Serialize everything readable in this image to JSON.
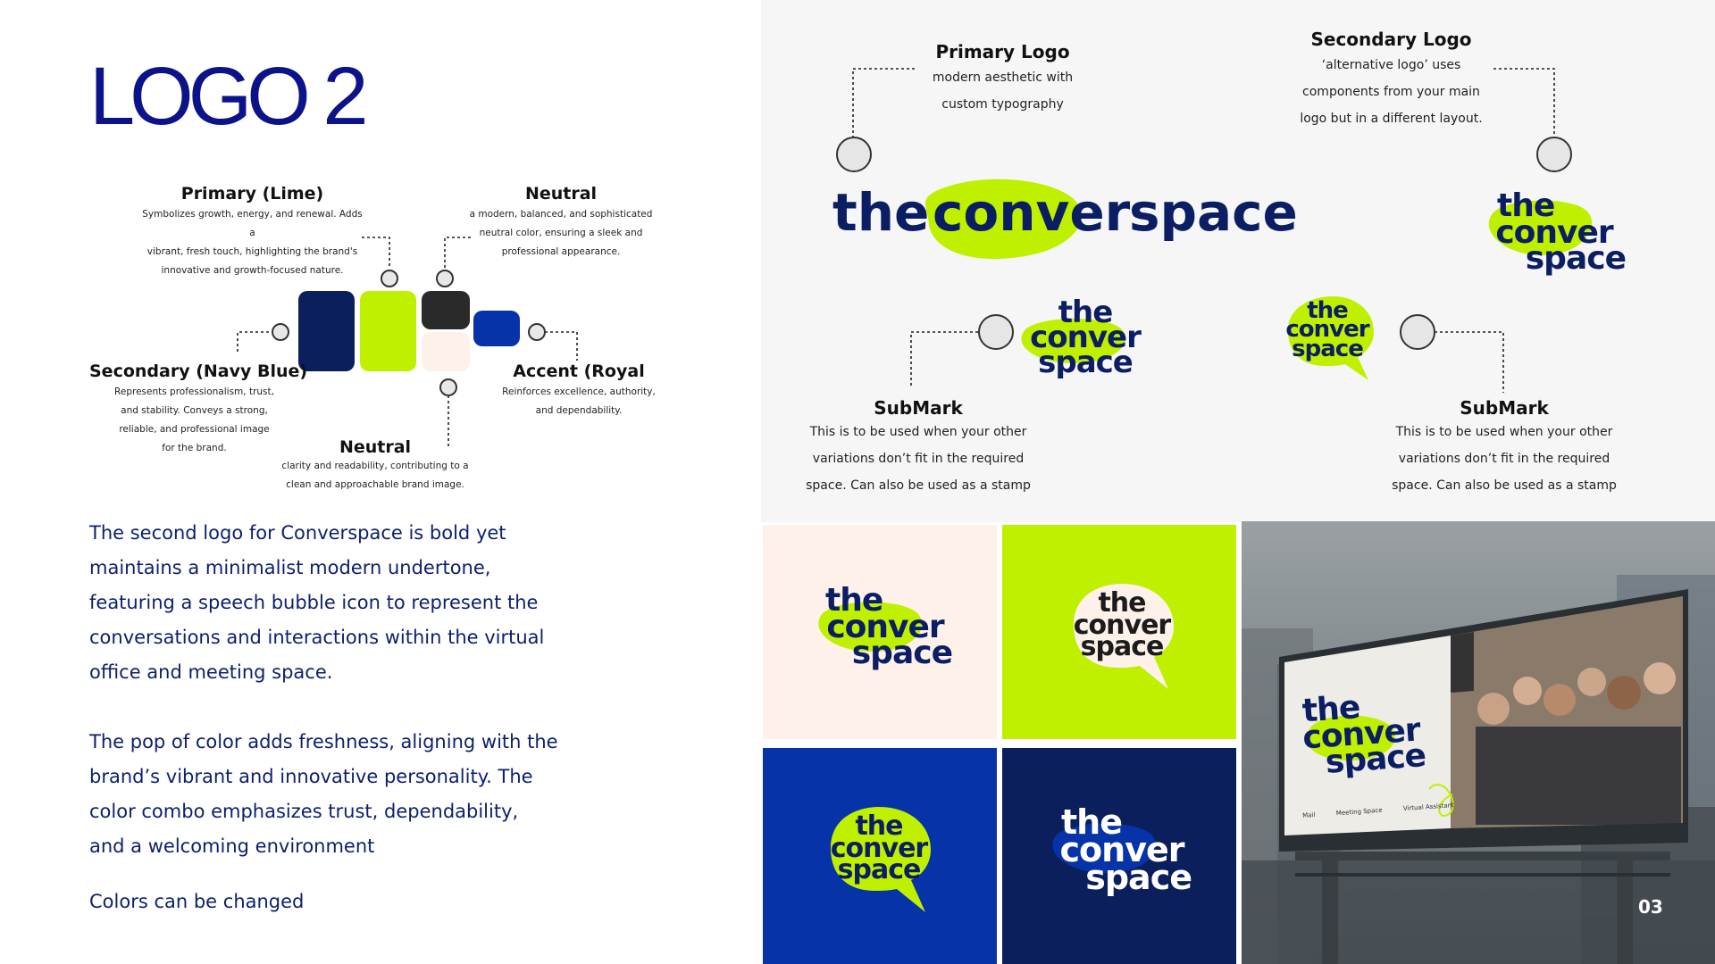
{
  "page": {
    "title": "LOGO 2",
    "page_number": "03"
  },
  "palette": {
    "navy": "#0a1f5c",
    "lime": "#bff000",
    "charcoal": "#2a2a2a",
    "cream": "#fdf1ea",
    "royal": "#0733a8"
  },
  "colors": [
    {
      "title": "Primary (Lime)",
      "desc": [
        "Symbolizes growth, energy, and renewal. Adds a",
        "vibrant, fresh touch, highlighting the brand's",
        "innovative and growth-focused nature."
      ]
    },
    {
      "title": "Neutral",
      "desc": [
        "a modern, balanced, and sophisticated",
        "neutral color, ensuring a sleek and",
        "professional appearance."
      ]
    },
    {
      "title": "Secondary (Navy Blue)",
      "desc": [
        "Represents professionalism, trust,",
        "and stability. Conveys a strong,",
        "reliable, and professional image",
        "for the brand."
      ]
    },
    {
      "title": "Accent (Royal",
      "desc": [
        "Reinforces excellence, authority,",
        "and dependability."
      ]
    },
    {
      "title": "Neutral",
      "desc": [
        "clarity and readability, contributing to a",
        "clean and approachable brand image."
      ]
    }
  ],
  "body": {
    "para1": [
      "The second logo for Converspace is bold yet",
      "maintains a minimalist modern undertone,",
      "featuring a speech bubble icon to represent the",
      "conversations and interactions within the virtual",
      "office and meeting space."
    ],
    "para2": [
      "The pop of color adds freshness, aligning with the",
      "brand’s vibrant and innovative personality. The",
      "color combo emphasizes trust, dependability,",
      "and a welcoming environment"
    ],
    "note": "Colors can be changed"
  },
  "logo": {
    "word1": "the",
    "word2": "conver",
    "word3": "space"
  },
  "labels": {
    "primary": {
      "title": "Primary Logo",
      "desc": [
        "modern aesthetic with",
        "custom typography"
      ]
    },
    "secondary": {
      "title": "Secondary Logo",
      "desc": [
        "‘alternative logo’ uses",
        "components from your main",
        "logo but in a different layout."
      ]
    },
    "submark1": {
      "title": "SubMark",
      "desc": [
        "This is to be used when your other",
        "variations don’t fit in the required",
        "space. Can also be used as a stamp"
      ]
    },
    "submark2": {
      "title": "SubMark",
      "desc": [
        "This is to be used when your other",
        "variations don’t fit in the required",
        "space. Can also be used as a stamp"
      ]
    }
  },
  "billboard": {
    "footer": [
      "Mail",
      "Meeting Space",
      "Virtual Assistant"
    ]
  }
}
